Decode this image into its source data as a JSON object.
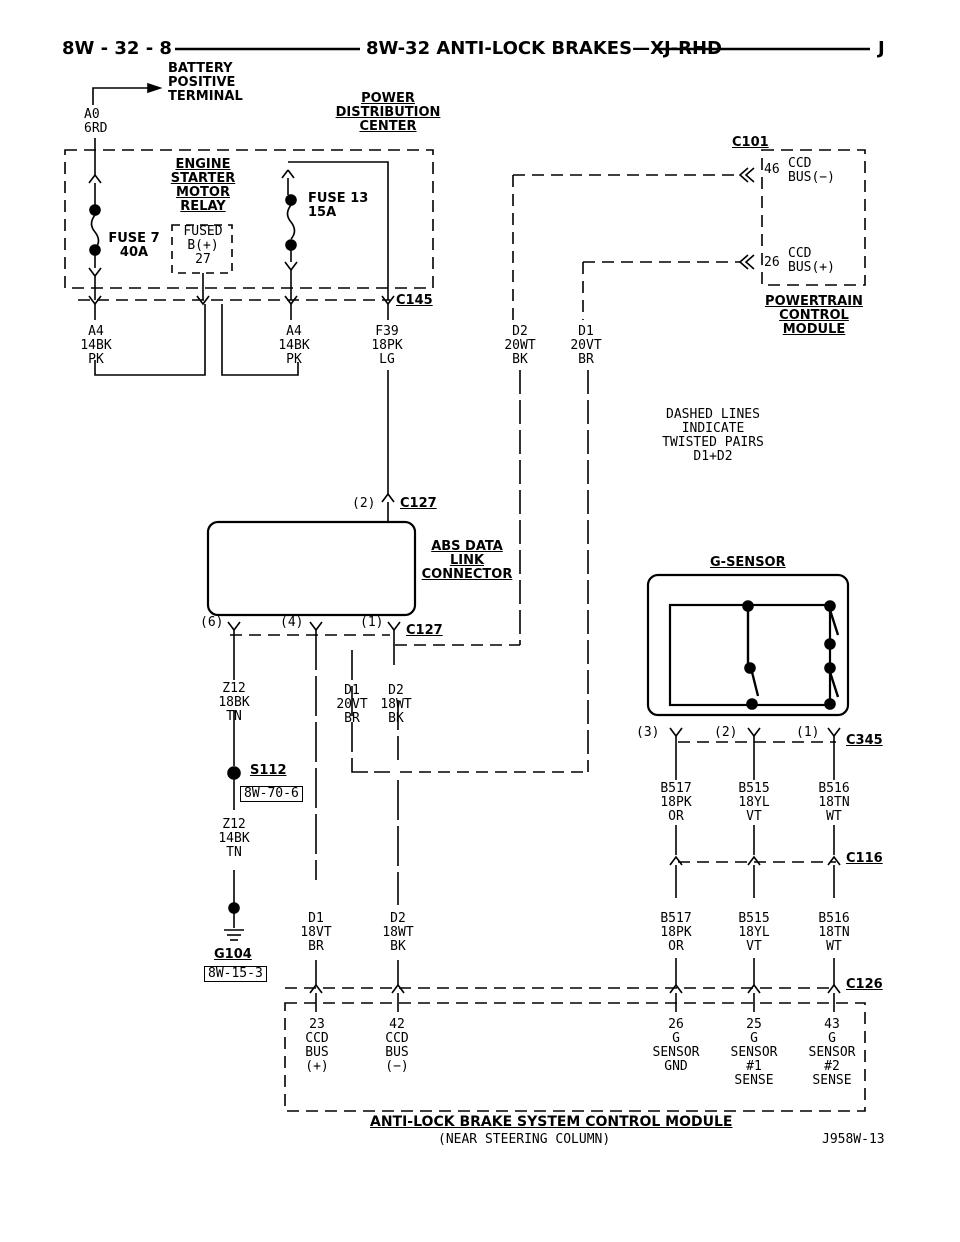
{
  "header": {
    "left": "8W - 32 - 8",
    "center": "8W-32 ANTI-LOCK BRAKES—XJ-RHD",
    "right": "J"
  },
  "battery": {
    "label": "BATTERY\nPOSITIVE\nTERMINAL",
    "circuit": "A0\n6RD"
  },
  "pdc": {
    "title": "POWER\nDISTRIBUTION\nCENTER",
    "relay": "ENGINE\nSTARTER\nMOTOR\nRELAY",
    "fused": "FUSED\nB(+)\n27",
    "fuse7": "FUSE 7\n40A",
    "fuse13": "FUSE 13\n15A"
  },
  "wires_top": {
    "a4_left": "A4\n14BK\nPK",
    "a4_right": "A4\n14BK\nPK",
    "f39": "F39\n18PK\nLG",
    "d2": "D2\n20WT\nBK",
    "d1": "D1\n20VT\nBR"
  },
  "connectors": {
    "c101": "C101",
    "c145": "C145",
    "c127_top": "C127",
    "c127_top_pin": "(2)",
    "c127_bottom": "C127",
    "c127_pin6": "(6)",
    "c127_pin4": "(4)",
    "c127_pin1": "(1)",
    "c345": "C345",
    "c345_pin3": "(3)",
    "c345_pin2": "(2)",
    "c345_pin1": "(1)",
    "c116": "C116",
    "c126": "C126"
  },
  "pcm": {
    "pin46": "46",
    "ccd_minus": "CCD\nBUS(−)",
    "pin26": "26",
    "ccd_plus": "CCD\nBUS(+)",
    "title": "POWERTRAIN\nCONTROL\nMODULE"
  },
  "note": "DASHED LINES\nINDICATE\nTWISTED PAIRS\nD1+D2",
  "abs_link": "ABS DATA\nLINK\nCONNECTOR",
  "g_sensor": "G-SENSOR",
  "ground": {
    "z12_upper": "Z12\n18BK\nTN",
    "s112": "S112",
    "s112_ref": "8W-70-6",
    "z12_lower": "Z12\n14BK\nTN",
    "g104": "G104",
    "g104_ref": "8W-15-3"
  },
  "mid_wires": {
    "d1": "D1\n20VT\nBR",
    "d2": "D2\n18WT\nBK",
    "d1_low": "D1\n18VT\nBR",
    "d2_low": "D2\n18WT\nBK"
  },
  "sensor_wires": {
    "b517": "B517\n18PK\nOR",
    "b515": "B515\n18YL\nVT",
    "b516": "B516\n18TN\nWT",
    "b517_low": "B517\n18PK\nOR",
    "b515_low": "B515\n18YL\nVT",
    "b516_low": "B516\n18TN\nWT"
  },
  "cab_pins": {
    "p23": "23\nCCD\nBUS\n(+)",
    "p42": "42\nCCD\nBUS\n(−)",
    "p26": "26\nG\nSENSOR\nGND",
    "p25": "25\nG\nSENSOR\n#1\nSENSE",
    "p43": "43\nG\nSENSOR\n#2\nSENSE"
  },
  "module": {
    "title": "ANTI-LOCK BRAKE SYSTEM CONTROL MODULE",
    "subtitle": "(NEAR STEERING COLUMN)"
  },
  "figure_id": "J958W-13"
}
